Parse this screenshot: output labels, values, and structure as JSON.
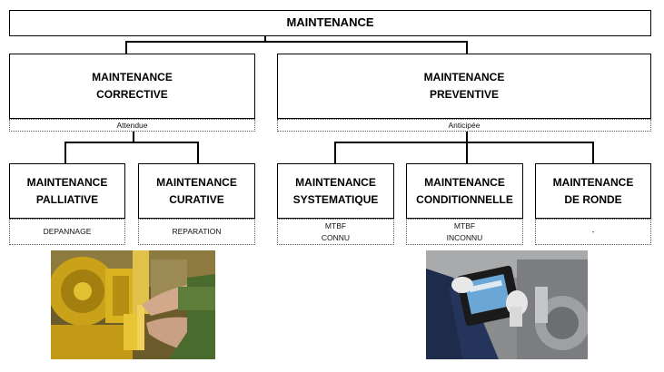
{
  "root": {
    "label": "MAINTENANCE"
  },
  "corrective": {
    "label": "MAINTENANCE\nCORRECTIVE",
    "sub": "Attendue",
    "children": [
      {
        "label": "MAINTENANCE\nPALLIATIVE",
        "sub": "DEPANNAGE"
      },
      {
        "label": "MAINTENANCE\nCURATIVE",
        "sub": "REPARATION"
      }
    ]
  },
  "preventive": {
    "label": "MAINTENANCE\nPREVENTIVE",
    "sub": "Anticipée",
    "children": [
      {
        "label": "MAINTENANCE\nSYSTEMATIQUE",
        "sub": "MTBF\nCONNU"
      },
      {
        "label": "MAINTENANCE\nCONDITIONNELLE",
        "sub": "MTBF\nINCONNU"
      },
      {
        "label": "MAINTENANCE\nDE RONDE",
        "sub": "-"
      }
    ]
  },
  "photos": [
    {
      "icon": "mechanic-repair-photo"
    },
    {
      "icon": "technician-tablet-photo"
    }
  ],
  "colors": {
    "border": "#000000",
    "background": "#ffffff"
  }
}
